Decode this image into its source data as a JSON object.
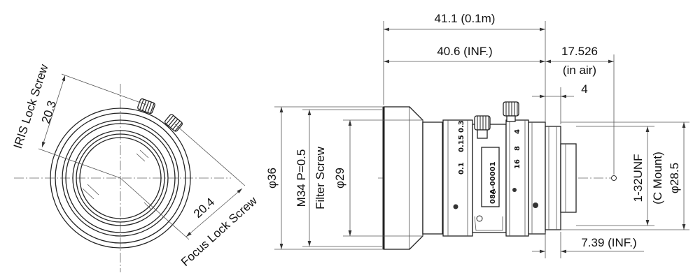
{
  "front_view": {
    "iris_lock_screw_label": "IRIS Lock Screw",
    "iris_lock_dim": "20.3",
    "focus_lock_screw_label": "Focus Lock Screw",
    "focus_lock_dim": "20.4"
  },
  "side_view": {
    "dim_overall_near": "41.1 (0.1m)",
    "dim_overall_inf": "40.6 (INF.)",
    "dim_flange_back": "17.526",
    "dim_flange_back_note": "(in air)",
    "dim_mount_depth": "4",
    "dim_back_focus": "7.39 (INF.)",
    "dim_outer_diameter": "φ36",
    "filter_thread": "M34 P=0.5",
    "filter_label": "Filter Screw",
    "filter_diameter": "φ29",
    "mount_thread": "1-32UNF",
    "mount_label": "(C Mount)",
    "mount_diameter": "φ28.5"
  },
  "lens_markings": {
    "model": "08A-00001",
    "focus_scale": [
      "0.1",
      "0.15",
      "0.3"
    ],
    "iris_scale": [
      "16",
      "8",
      "4"
    ]
  }
}
